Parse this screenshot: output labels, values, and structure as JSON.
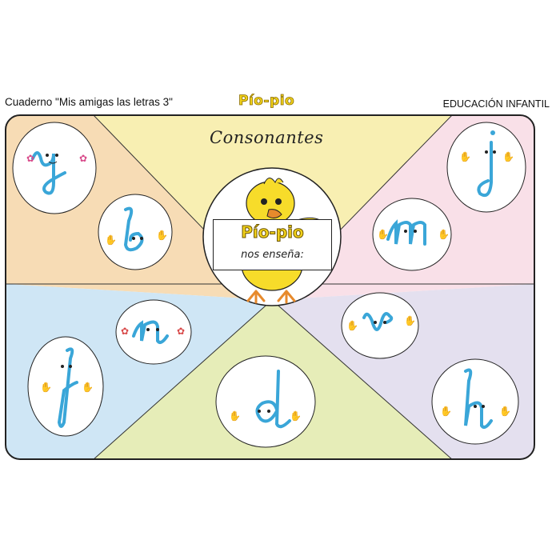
{
  "header": {
    "left": "Cuaderno \"Mis amigas las letras 3\"",
    "center": "Pío-pio",
    "right": "EDUCACIÓN INFANTIL"
  },
  "title": "Consonantes",
  "center": {
    "brand": "Pío-pio",
    "subtitle": "nos enseña:"
  },
  "letters": [
    "y",
    "b",
    "j",
    "m",
    "n",
    "f",
    "d",
    "v",
    "h"
  ],
  "colors": {
    "letter": "#3aa6d8",
    "peach": "#f7dcb5",
    "yellow": "#f8efb2",
    "pink": "#f9e0e8",
    "blue": "#cfe6f5",
    "green": "#e6edb8",
    "lilac": "#e4e0ef",
    "chick": "#f7dc2a"
  }
}
